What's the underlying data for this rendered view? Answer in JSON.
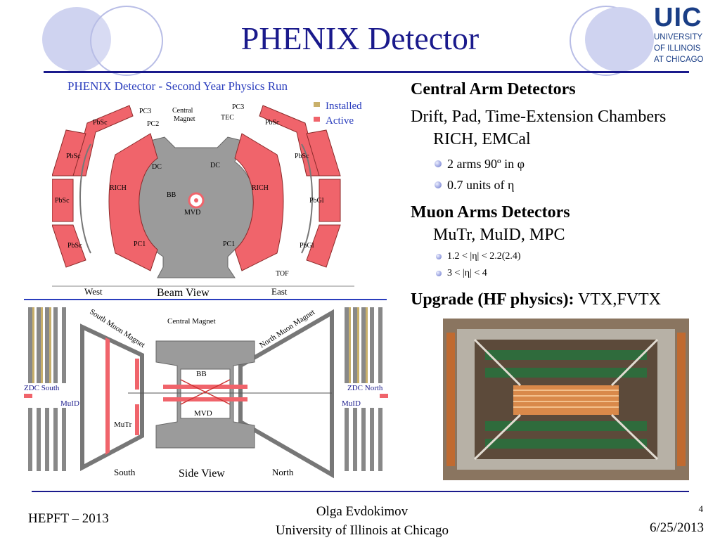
{
  "slide": {
    "title": "PHENIX Detector",
    "page_number": "4",
    "footer_left": "HEPFT – 2013",
    "footer_author": "Olga Evdokimov",
    "footer_affiliation": "University of Illinois at Chicago",
    "footer_date": "6/25/2013"
  },
  "logo": {
    "big": "UIC",
    "lines": [
      "UNIVERSITY",
      "OF ILLINOIS",
      "AT CHICAGO"
    ]
  },
  "bullets": {
    "central_heading": "Central Arm Detectors",
    "central_line1": "Drift, Pad, Time-Extension Chambers",
    "central_line2": "RICH, EMCal",
    "central_sub1": "2 arms 90º in φ",
    "central_sub2": "0.7 units of η",
    "muon_heading": "Muon Arms Detectors",
    "muon_line": "MuTr, MuID, MPC",
    "muon_sub1": "1.2 < |η| < 2.2(2.4)",
    "muon_sub2": "3 < |η| < 4",
    "upgrade_bold": "Upgrade (HF physics):",
    "upgrade_rest": " VTX,FVTX"
  },
  "beam_view": {
    "heading": "PHENIX Detector - Second Year Physics Run",
    "legend_installed": "Installed",
    "legend_active": "Active",
    "label_pbsc": "PbSc",
    "label_pbgl": "PbGl",
    "label_pc1": "PC1",
    "label_pc2": "PC2",
    "label_pc3": "PC3",
    "label_tec": "TEC",
    "label_dc": "DC",
    "label_rich": "RICH",
    "label_bb": "BB",
    "label_mvd": "MVD",
    "label_tof": "TOF",
    "label_central_magnet_1": "Central",
    "label_central_magnet_2": "Magnet",
    "label_west": "West",
    "label_east": "East",
    "caption": "Beam View"
  },
  "side_view": {
    "label_south_magnet": "South Muon Magnet",
    "label_north_magnet": "North Muon Magnet",
    "label_central_magnet": "Central Magnet",
    "label_zdc_south": "ZDC South",
    "label_zdc_north": "ZDC North",
    "label_muid": "MuID",
    "label_mutr": "MuTr",
    "label_bb": "BB",
    "label_mvd": "MVD",
    "label_south": "South",
    "label_north": "North",
    "caption": "Side View"
  },
  "colors": {
    "title_blue": "#1a1a8c",
    "active_red": "#f0646b",
    "installed_tan": "#c9b06a",
    "steel_gray": "#9b9b9b"
  }
}
